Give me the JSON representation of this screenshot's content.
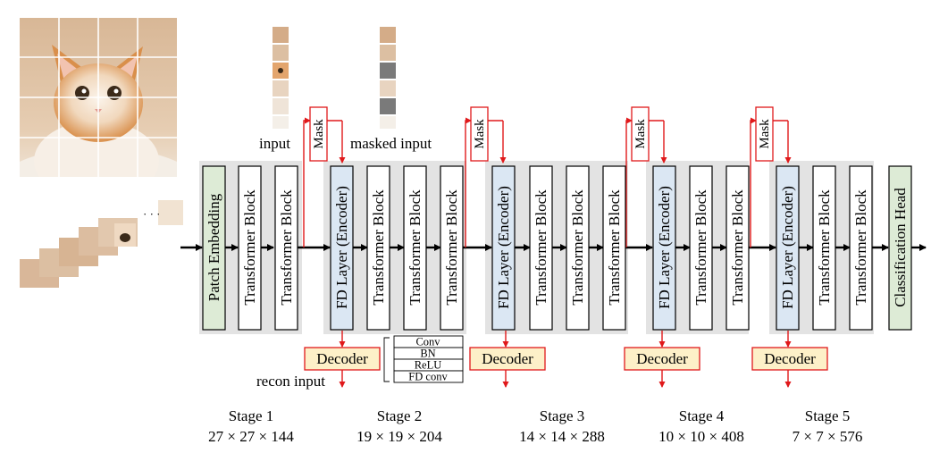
{
  "labels": {
    "input": "input",
    "masked_input": "masked input",
    "recon_input": "recon input"
  },
  "blocks": {
    "patch_embedding": "Patch Embedding",
    "transformer_block": "Transformer Block",
    "fd_layer": "FD Layer (Encoder)",
    "classification_head": "Classification Head",
    "mask": "Mask",
    "decoder": "Decoder"
  },
  "decoder_detail": [
    "Conv",
    "BN",
    "ReLU",
    "FD conv"
  ],
  "stages": [
    {
      "name": "Stage 1",
      "dims": "27 × 27 × 144"
    },
    {
      "name": "Stage 2",
      "dims": "19 × 19 × 204"
    },
    {
      "name": "Stage 3",
      "dims": "14 × 14 × 288"
    },
    {
      "name": "Stage 4",
      "dims": "10 × 10 × 408"
    },
    {
      "name": "Stage 5",
      "dims": "7 × 7 × 576"
    }
  ],
  "ellipsis": "· · ·",
  "colors": {
    "stage_bg": "#e3e3e3",
    "patch_embedding": "#ddebd6",
    "fd_layer": "#dbe7f3",
    "classification_head": "#ddebd6",
    "decoder": "#fdf0c8",
    "mask_arrow": "#e0191b",
    "main_arrow": "#000000"
  }
}
